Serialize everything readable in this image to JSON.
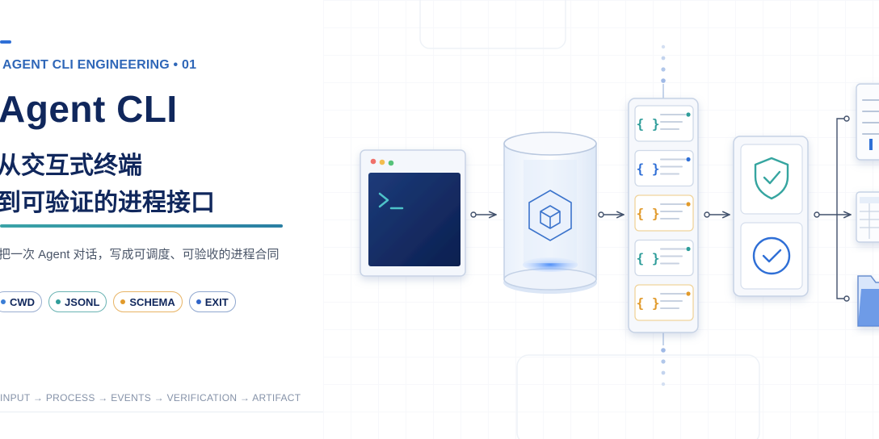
{
  "header": {
    "kicker": "AGENT CLI ENGINEERING • 01",
    "title": "Agent CLI",
    "subtitle_line1": "从交互式终端",
    "subtitle_line2": "到可验证的进程接口",
    "description": "把一次 Agent 对话，写成可调度、可验收的进程合同"
  },
  "chips": [
    {
      "label": "CWD",
      "color": "#3b7ed6"
    },
    {
      "label": "JSONL",
      "color": "#2f9d9a"
    },
    {
      "label": "SCHEMA",
      "color": "#e19a2b"
    },
    {
      "label": "EXIT",
      "color": "#2f64c8"
    }
  ],
  "pipeline": "INPUT → PROCESS → EVENTS → VERIFICATION → ARTIFACT",
  "colors": {
    "navy": "#10275c",
    "blue": "#2f6fd6",
    "teal": "#2f9d9a",
    "amber": "#e19a2b"
  },
  "diagram": {
    "terminal": {
      "prompt": ">_",
      "icon": "terminal-icon"
    },
    "process": {
      "icon": "cube-icon"
    },
    "events": [
      {
        "glyph": "{ }",
        "tone": "teal"
      },
      {
        "glyph": "{ }",
        "tone": "blue"
      },
      {
        "glyph": "{ }",
        "tone": "amber"
      },
      {
        "glyph": "{ }",
        "tone": "teal"
      },
      {
        "glyph": "{ }",
        "tone": "amber"
      }
    ],
    "verification": [
      {
        "icon": "shield-check-icon"
      },
      {
        "icon": "check-circle-icon"
      }
    ],
    "artifacts": [
      {
        "icon": "document-icon"
      },
      {
        "icon": "spreadsheet-icon"
      },
      {
        "icon": "folder-icon"
      }
    ]
  }
}
